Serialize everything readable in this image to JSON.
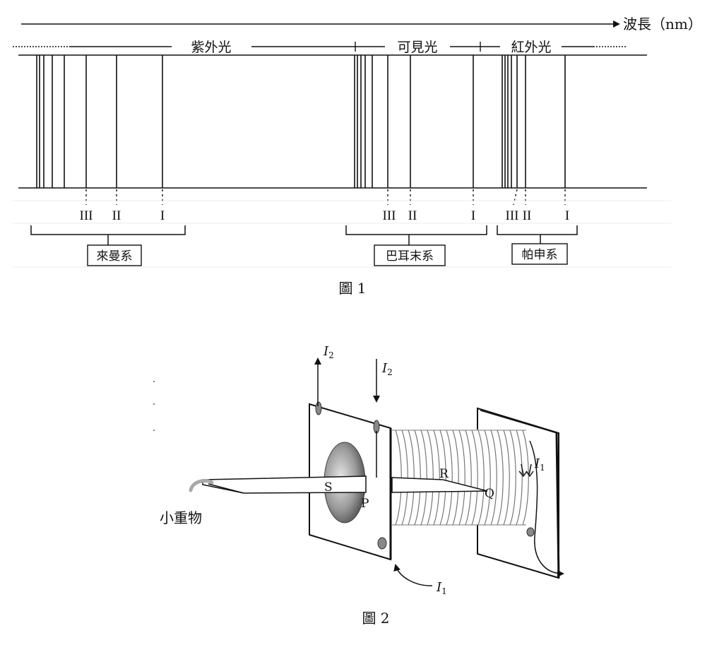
{
  "figure1": {
    "axis_label": "波長（nm）",
    "regions": {
      "uv": "紫外光",
      "visible": "可見光",
      "ir": "紅外光"
    },
    "series": [
      {
        "name": "來曼系",
        "labels": [
          "III",
          "II",
          "I"
        ]
      },
      {
        "name": "巴耳末系",
        "labels": [
          "III",
          "II",
          "I"
        ]
      },
      {
        "name": "帕申系",
        "labels": [
          "III",
          "II",
          "I"
        ]
      }
    ],
    "caption": "圖 1"
  },
  "figure2": {
    "current_1": "I",
    "current_1_sub": "1",
    "current_2": "I",
    "current_2_sub": "2",
    "point_labels": {
      "S": "S",
      "P": "P",
      "R": "R",
      "Q": "Q"
    },
    "weight_label": "小重物",
    "caption": "圖 2"
  }
}
